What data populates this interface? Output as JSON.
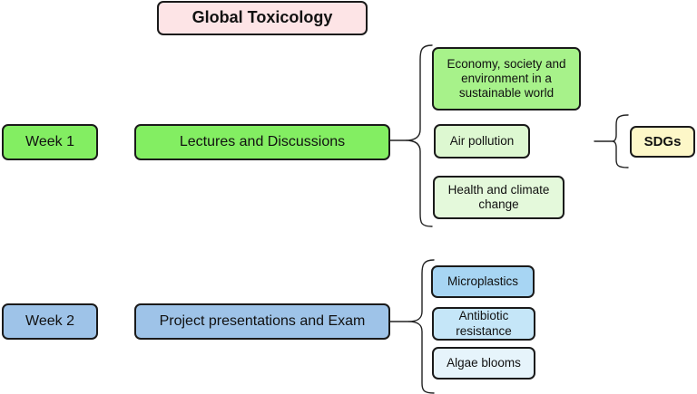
{
  "title": "Global Toxicology",
  "week1": {
    "label": "Week 1",
    "activity": "Lectures and Discussions",
    "topics": [
      "Economy, society and environment in a sustainable world",
      "Air pollution",
      "Health and climate change"
    ],
    "link": "SDGs"
  },
  "week2": {
    "label": "Week 2",
    "activity": "Project presentations and Exam",
    "topics": [
      "Microplastics",
      "Antibiotic resistance",
      "Algae blooms"
    ]
  },
  "colors": {
    "week1_fill": "#83ee62",
    "week2_fill": "#9ec3e8",
    "title_fill": "#fde4e6",
    "sdgs_fill": "#fdf7c8",
    "outline": "#1a1a1a"
  }
}
